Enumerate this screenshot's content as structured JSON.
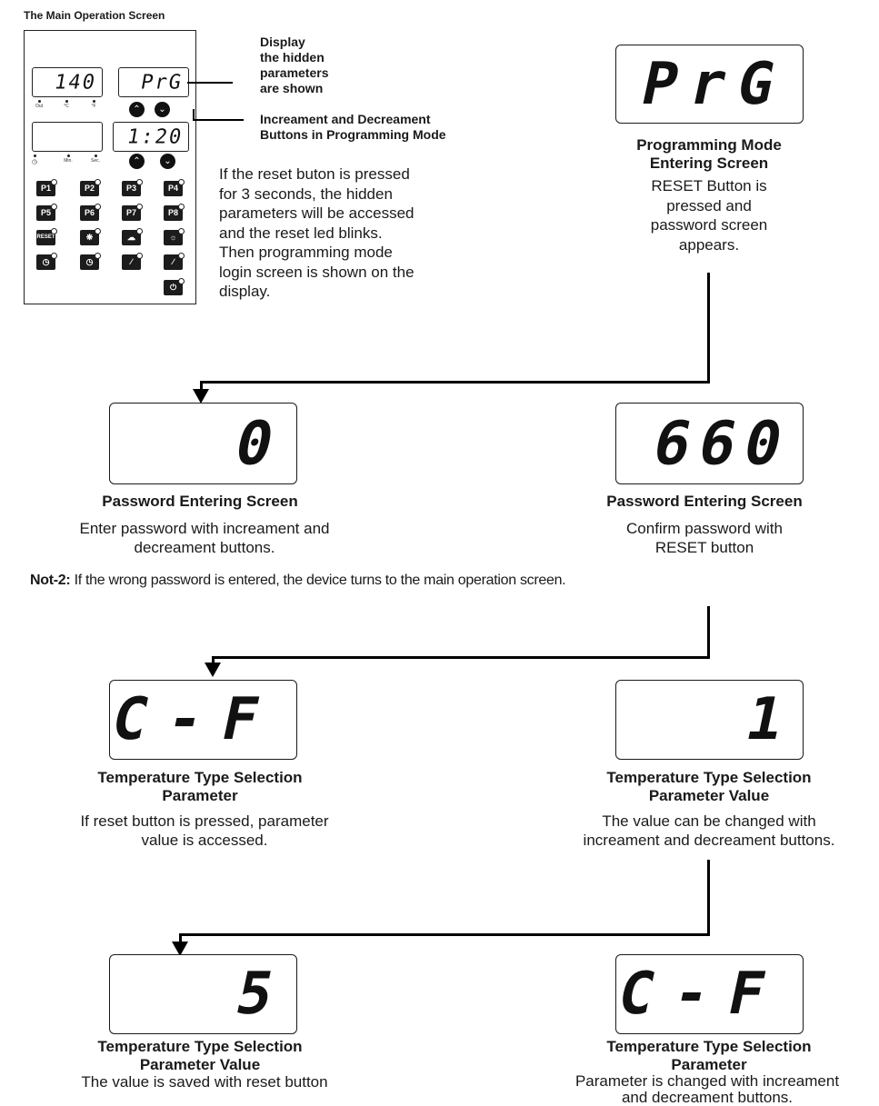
{
  "main_title": "The Main Operation Screen",
  "device": {
    "display1": "140",
    "display2": "PrG",
    "display4": "1:20",
    "ind_row1": [
      "Out",
      "°C",
      "°F"
    ],
    "ind_row2": [
      "",
      "Min.",
      "Sec."
    ],
    "buttons_row1": [
      "P1",
      "P2",
      "P3",
      "P4"
    ],
    "buttons_row2": [
      "P5",
      "P6",
      "P7",
      "P8"
    ],
    "reset_label": "RESET"
  },
  "callout_display": {
    "line1": "Display",
    "line2": "the hidden",
    "line3": "parameters",
    "line4": "are shown"
  },
  "callout_buttons": {
    "line1": "Increament and Decreament",
    "line2": "Buttons in Programming Mode"
  },
  "reset_description": {
    "line1": "If the reset buton is pressed",
    "line2": "for 3 seconds, the hidden",
    "line3": "parameters will be accessed",
    "line4": "and the reset led blinks.",
    "line5": "Then programming mode",
    "line6": "login screen is shown on the",
    "line7": "display."
  },
  "step_prg": {
    "display": "PrG",
    "title1": "Programming Mode",
    "title2": "Entering Screen",
    "body1": "RESET Button is",
    "body2": "pressed and",
    "body3": "password screen",
    "body4": "appears."
  },
  "step_pw0": {
    "display": "0",
    "title": "Password Entering Screen",
    "body1": "Enter password with increament and",
    "body2": "decreament buttons."
  },
  "step_pw660": {
    "display": "660",
    "title": "Password Entering Screen",
    "body1": "Confirm password with",
    "body2": "RESET button"
  },
  "note": {
    "label": "Not-2:",
    "text": " If the wrong password is entered, the device turns to the main operation screen."
  },
  "step_cf1": {
    "display": "C-F",
    "title1": "Temperature Type Selection",
    "title2": "Parameter",
    "body1": "If reset button is pressed, parameter",
    "body2": "value is accessed."
  },
  "step_val1": {
    "display": "1",
    "title1": "Temperature Type Selection",
    "title2": "Parameter Value",
    "body1": "The value can be changed with",
    "body2": "increament and decreament buttons."
  },
  "step_val5": {
    "display": "5",
    "title1": "Temperature Type Selection",
    "title2": "Parameter Value",
    "body1": "The value is saved with reset button"
  },
  "step_cf2": {
    "display": "C-F",
    "title1": "Temperature Type Selection",
    "title2": "Parameter",
    "body1": "Parameter is changed with increament",
    "body2": "and decreament buttons."
  }
}
